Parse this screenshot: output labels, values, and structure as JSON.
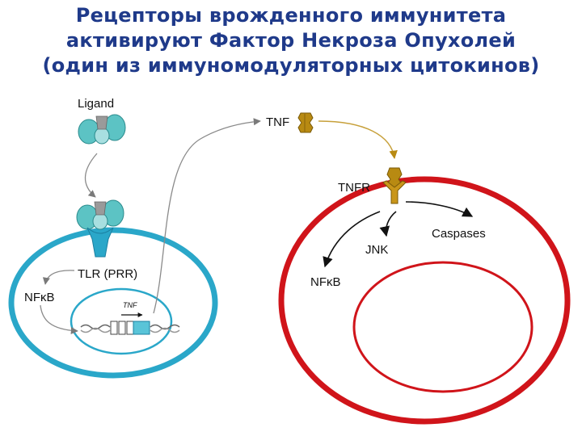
{
  "title": {
    "line1": "Рецепторы врожденного иммунитета",
    "line2": "активируют Фактор Некроза Опухолей",
    "line3": "(один из иммуномодуляторных цитокинов)"
  },
  "labels": {
    "ligand": "Ligand",
    "tnf": "TNF",
    "tnfr": "TNFR",
    "caspases": "Caspases",
    "jnk": "JNK",
    "tlr": "TLR (PRR)",
    "nfkb_left_prefix": "NF",
    "nfkb_kappa": "κ",
    "nfkb_suffix": "B",
    "tnf_gene": "TNF"
  },
  "colors": {
    "title": "#1f3a8a",
    "left_cell": "#2aa7c9",
    "right_cell": "#d0141a",
    "tnf_protein": "#b88a12",
    "arrow_gray": "#8a8a8a",
    "arrow_gold": "#c7a03a",
    "ligand": "#5cc3c4"
  }
}
